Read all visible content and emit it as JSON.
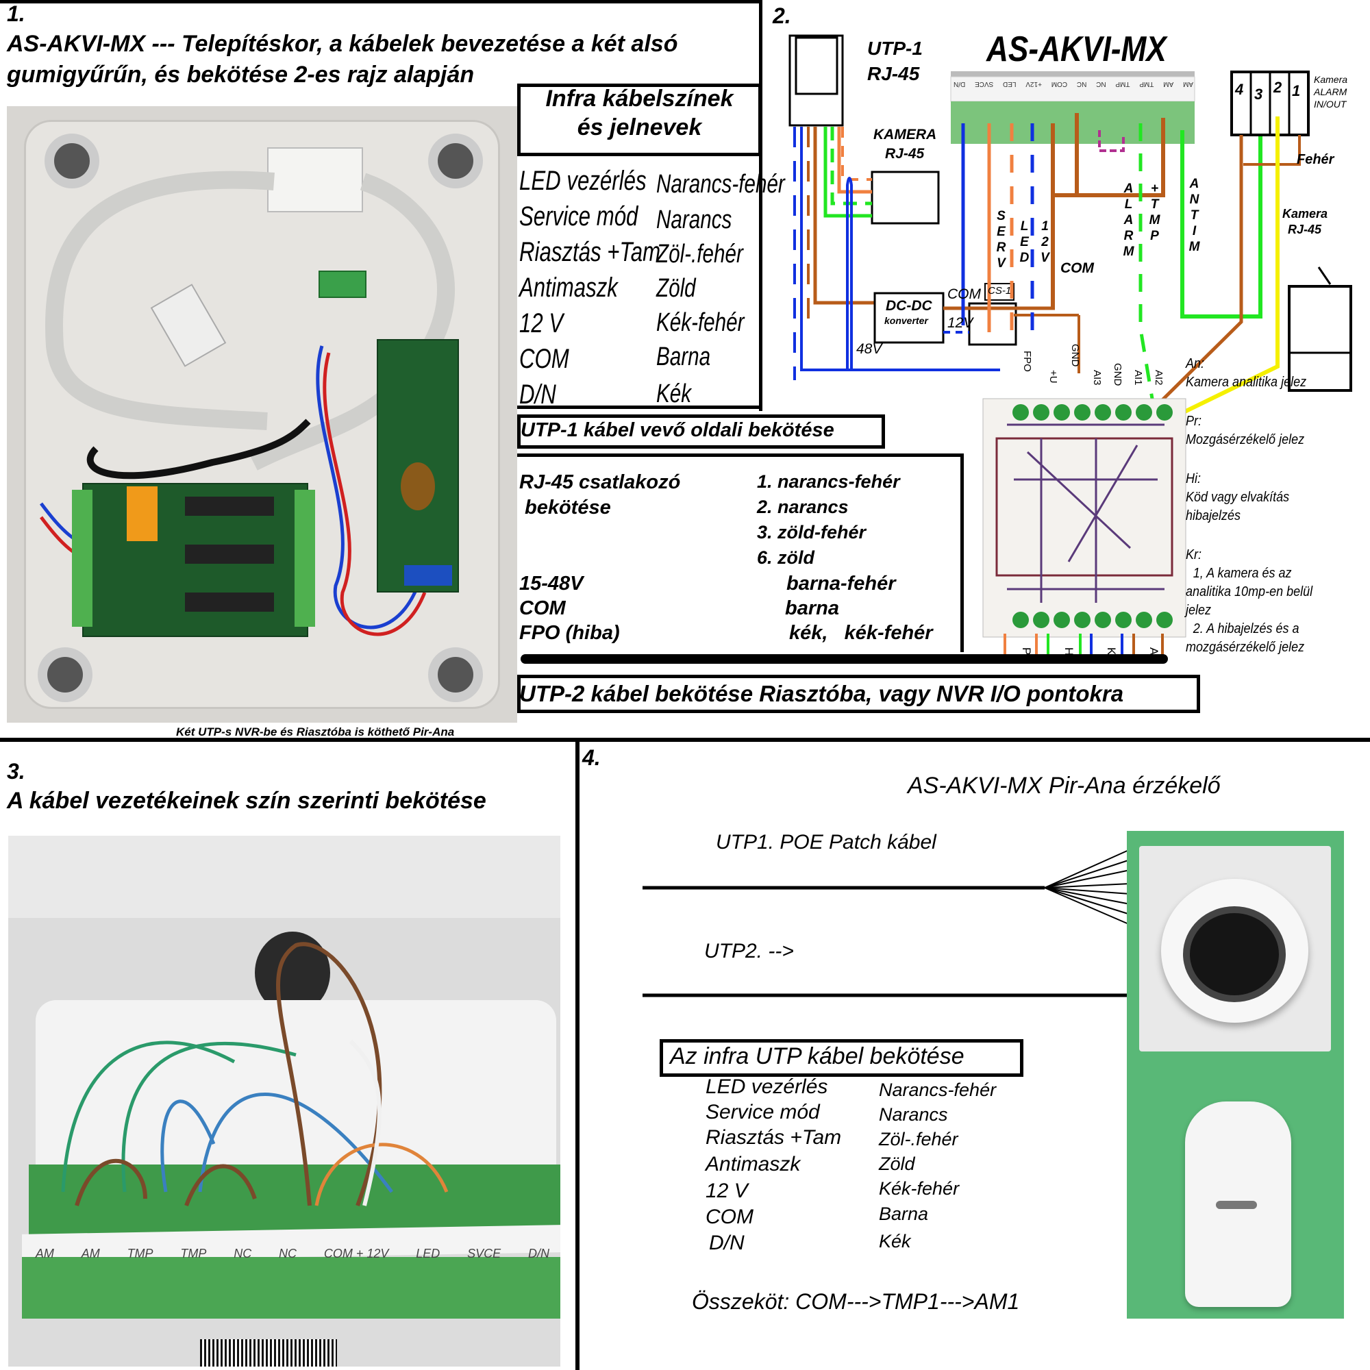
{
  "panel1": {
    "number": "1.",
    "title_line1": "AS-AKVI-MX --- Telepítéskor, a kábelek bevezetése a két alsó",
    "title_line2": "gumigyűrűn, és bekötése 2-es rajz alapján",
    "caption": "Két UTP-s NVR-be és Riasztóba is köthető Pir-Ana",
    "infra_title_line1": "Infra kábelszínek",
    "infra_title_line2": "és jelnevek",
    "infra_rows": [
      {
        "signal": "LED vezérlés",
        "color": "Narancs-fehér"
      },
      {
        "signal": "Service mód",
        "color": "Narancs"
      },
      {
        "signal": "Riasztás +Tam",
        "color": "Zöl-.fehér"
      },
      {
        "signal": "Antimaszk",
        "color": "Zöld"
      },
      {
        "signal": "12 V",
        "color": "Kék-fehér"
      },
      {
        "signal": "COM",
        "color": "Barna"
      },
      {
        "signal": "D/N",
        "color": "Kék"
      }
    ],
    "utp1_label": "UTP-1 kábel vevő oldali bekötése",
    "rj45": {
      "title_line1": "RJ-45 csatlakozó",
      "title_line2": "bekötése",
      "pins": [
        "1. narancs-fehér",
        "2. narancs",
        "3. zöld-fehér",
        "6. zöld"
      ],
      "rows": [
        {
          "label": "15-48V",
          "value": "barna-fehér"
        },
        {
          "label": "COM",
          "value": "barna"
        },
        {
          "label": "FPO (hiba)",
          "value": "kék,   kék-fehér"
        }
      ]
    },
    "utp2_label": "UTP-2 kábel bekötése Riasztóba, vagy NVR I/O pontokra"
  },
  "panel2": {
    "number": "2.",
    "title": "AS-AKVI-MX",
    "terminal_labels": [
      "D/N",
      "SVCE",
      "LED",
      "+12V",
      "COM",
      "NC",
      "NC",
      "TMP",
      "TMP",
      "AM",
      "AM"
    ],
    "utp1_rj45_line1": "UTP-1",
    "utp1_rj45_line2": "RJ-45",
    "kamera_rj45_line1": "KAMERA",
    "kamera_rj45_line2": "RJ-45",
    "alarm_pins": [
      "4",
      "3",
      "2",
      "1"
    ],
    "alarm_label_line1": "Kamera",
    "alarm_label_line2": "ALARM",
    "alarm_label_line3": "IN/OUT",
    "feher": "Fehér",
    "kamera_rj45_right_line1": "Kamera",
    "kamera_rj45_right_line2": "RJ-45",
    "wire_labels": {
      "serv": "SERV",
      "led": "LED",
      "v12": "12V",
      "com": "COM",
      "alarm": "ALARM",
      "tmp": "+TMP",
      "antim": "ANTIM"
    },
    "com_label": "COM",
    "cs1": "CS-1",
    "dcdc_line1": "DC-DC",
    "dcdc_line2": "konverter",
    "v12_label": "12V",
    "v48_label": "48V",
    "pcb_top_pins": [
      "FPO",
      "+U",
      "GND",
      "AI3",
      "GND",
      "AI1",
      "AI2"
    ],
    "pcb_bottom_groups": [
      "Pr",
      "Hi",
      "Kr",
      "An"
    ],
    "legend": [
      {
        "key": "An:",
        "lines": [
          "Kamera analitika jelez"
        ]
      },
      {
        "key": "Pr:",
        "lines": [
          "Mozgásérzékelő jelez"
        ]
      },
      {
        "key": "Hi:",
        "lines": [
          "Köd vagy elvakítás",
          "hibajelzés"
        ]
      },
      {
        "key": "Kr:",
        "lines": [
          "1,  A kamera és az",
          "analitika 10mp-en belül",
          "jelez",
          "2.  A hibajelzés és a",
          "mozgásérzékelő jelez"
        ]
      }
    ],
    "colors": {
      "blue": "#1030e0",
      "orange": "#f08040",
      "brown": "#b85c1a",
      "green": "#22e622",
      "yellow": "#f5f000",
      "magenta": "#b03090"
    }
  },
  "panel3": {
    "number": "3.",
    "title": "A kábel vezetékeinek szín szerinti bekötése",
    "terminal_labels": [
      "AM",
      "AM",
      "TMP",
      "TMP",
      "NC",
      "NC",
      "COM + 12V",
      "LED",
      "SVCE",
      "D/N"
    ]
  },
  "panel4": {
    "number": "4.",
    "title": "AS-AKVI-MX Pir-Ana érzékelő",
    "utp1_label": "UTP1. POE Patch kábel",
    "utp2_label": "UTP2. -->",
    "infra_box_title": "Az infra UTP kábel bekötése",
    "rows": [
      {
        "signal": "LED vezérlés",
        "color": "Narancs-fehér"
      },
      {
        "signal": "Service mód",
        "color": "Narancs"
      },
      {
        "signal": "Riasztás +Tam",
        "color": "Zöl-.fehér"
      },
      {
        "signal": "Antimaszk",
        "color": "Zöld"
      },
      {
        "signal": "12 V",
        "color": "Kék-fehér"
      },
      {
        "signal": "COM",
        "color": "Barna"
      },
      {
        "signal": "D/N",
        "color": "Kék"
      }
    ],
    "note": "Összeköt: COM--->TMP1--->AM1"
  }
}
